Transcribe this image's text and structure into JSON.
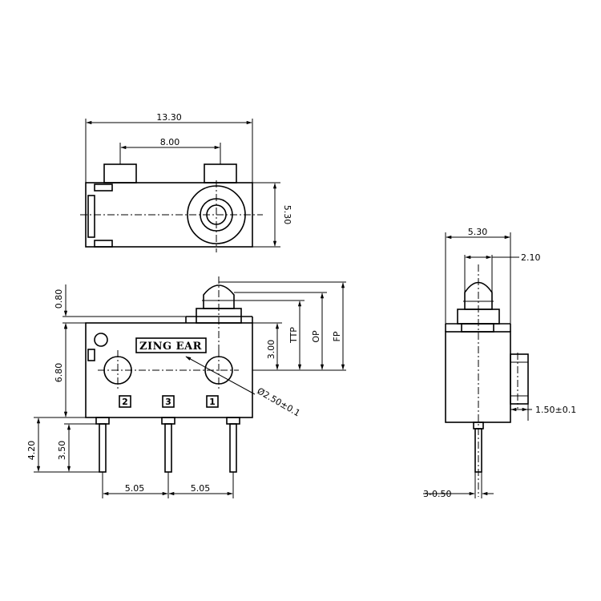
{
  "top_view": {
    "width": "13.30",
    "pin_spacing": "8.00",
    "height": "5.30"
  },
  "front_view": {
    "brand": "ZING EAR",
    "pins": [
      "2",
      "3",
      "1"
    ],
    "actuator_height": "0.80",
    "body_height": "6.80",
    "pin_length_total": "4.20",
    "pin_length": "3.50",
    "spacing_left": "5.05",
    "spacing_right": "5.05",
    "hole_diameter": "Ø2.50±0.1",
    "hole_offset": "3.00",
    "ttp": "TTP",
    "op": "OP",
    "fp": "FP"
  },
  "side_view": {
    "width": "5.30",
    "actuator_width": "2.10",
    "boss": "1.50±0.1",
    "pin_spec": "3-0.50"
  }
}
